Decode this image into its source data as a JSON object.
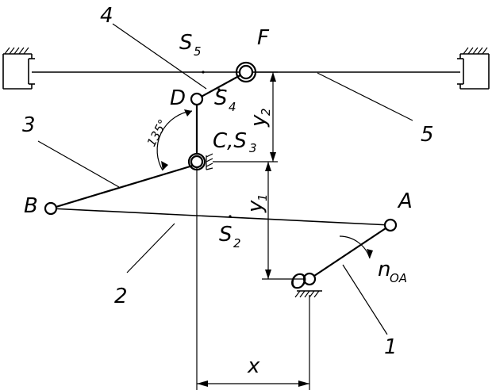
{
  "labels": {
    "F": "F",
    "D": "D",
    "B": "B",
    "A": "A",
    "O": "O",
    "C_S3": "C,S",
    "C_S3_sub": "3",
    "S5": "S",
    "S5_sub": "5",
    "S4": "S",
    "S4_sub": "4",
    "S2": "S",
    "S2_sub": "2",
    "y1": "y",
    "y1_sub": "1",
    "y2": "y",
    "y2_sub": "2",
    "x": "x",
    "angle": "135°",
    "n": "n",
    "n_sub": "OA",
    "num1": "1",
    "num2": "2",
    "num3": "3",
    "num4": "4",
    "num5": "5"
  }
}
